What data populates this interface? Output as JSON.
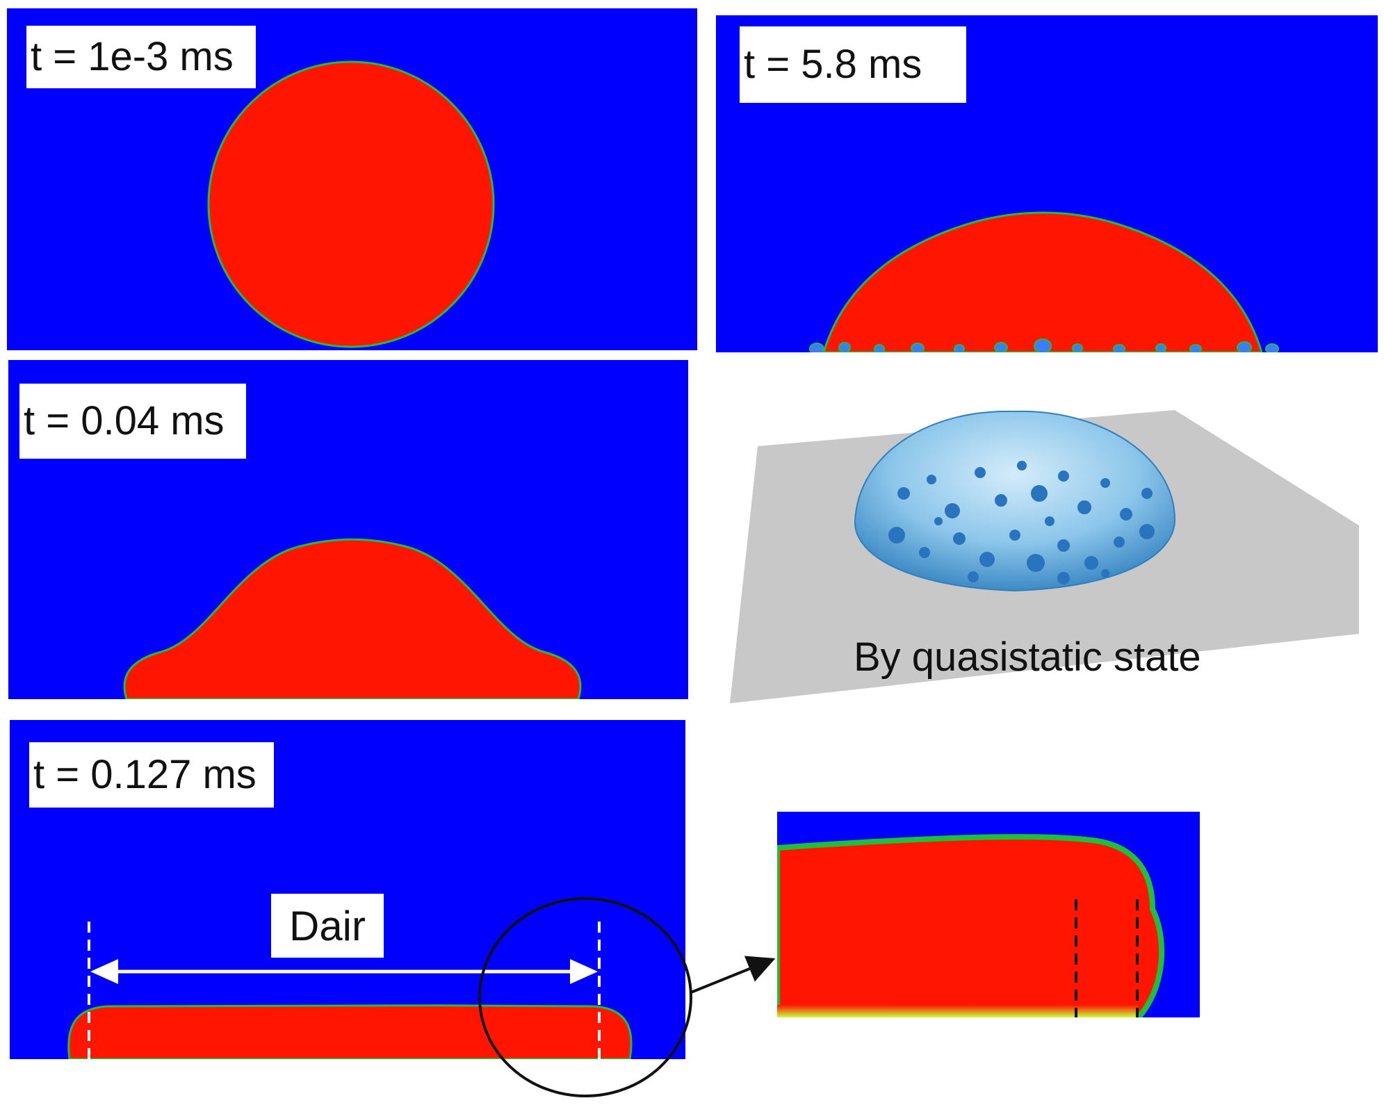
{
  "panels": {
    "panel_1": {
      "time_label": "t = 1e-3 ms"
    },
    "panel_2": {
      "time_label": "t = 5.8 ms"
    },
    "panel_3": {
      "time_label": "t = 0.04 ms"
    },
    "panel_4": {
      "time_label": "t = 0.127 ms",
      "measure_label": "Dair"
    },
    "render_3d": {
      "caption": "By quasistatic state"
    }
  },
  "colors": {
    "background_phase": "#0000ff",
    "droplet_phase": "#ff1500",
    "interface": "#1fbf3a",
    "substrate": "#c8c8c8",
    "droplet_3d": "#5aa6d8"
  }
}
